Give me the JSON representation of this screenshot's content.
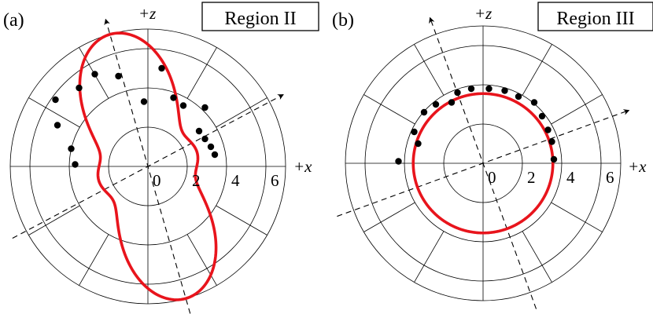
{
  "chart_data": [
    {
      "type": "scatter",
      "projection": "polar",
      "panel_label": "(a)",
      "region_label": "Region II",
      "axis_labels": {
        "up": "+z",
        "right": "+x"
      },
      "radial_ticks": [
        {
          "value": 0,
          "label": "0"
        },
        {
          "value": 2,
          "label": "2"
        },
        {
          "value": 4,
          "label": "4"
        },
        {
          "value": 6,
          "label": "6"
        }
      ],
      "rlim": [
        0,
        7
      ],
      "grid_circles": [
        2,
        4,
        6,
        7
      ],
      "grid_spoke_angles_deg": [
        30,
        60,
        120,
        150,
        210,
        240,
        300,
        330
      ],
      "principal_axes_deg": [
        106,
        28
      ],
      "colors": {
        "fit_curve": "#e8141c",
        "points": "#000000",
        "grid": "#000000"
      },
      "points": [
        {
          "x": -4.7,
          "z": 3.4
        },
        {
          "x": -4.6,
          "z": 2.1
        },
        {
          "x": -3.9,
          "z": 0.9
        },
        {
          "x": -3.7,
          "z": 0.1
        },
        {
          "x": -3.5,
          "z": 4.0
        },
        {
          "x": -2.7,
          "z": 4.7
        },
        {
          "x": -1.5,
          "z": 4.6
        },
        {
          "x": 0.7,
          "z": 5.0
        },
        {
          "x": -0.2,
          "z": 3.3
        },
        {
          "x": 1.3,
          "z": 3.5
        },
        {
          "x": 1.8,
          "z": 3.1
        },
        {
          "x": 2.9,
          "z": 3.0
        },
        {
          "x": 2.6,
          "z": 1.8
        },
        {
          "x": 2.9,
          "z": 1.4
        },
        {
          "x": 3.2,
          "z": 1.0
        },
        {
          "x": 3.4,
          "z": 0.6
        }
      ],
      "fit_curve": {
        "r0": 4.0,
        "a2": 0.55,
        "phase_deg": 106,
        "a4": 0.2
      }
    },
    {
      "type": "scatter",
      "projection": "polar",
      "panel_label": "(b)",
      "region_label": "Region III",
      "axis_labels": {
        "up": "+z",
        "right": "+x"
      },
      "radial_ticks": [
        {
          "value": 0,
          "label": "0"
        },
        {
          "value": 2,
          "label": "2"
        },
        {
          "value": 4,
          "label": "4"
        },
        {
          "value": 6,
          "label": "6"
        }
      ],
      "rlim": [
        0,
        7
      ],
      "grid_circles": [
        2,
        4,
        6,
        7
      ],
      "grid_spoke_angles_deg": [
        30,
        60,
        120,
        150,
        210,
        240,
        300,
        330
      ],
      "principal_axes_deg": [
        110,
        20
      ],
      "colors": {
        "fit_curve": "#e8141c",
        "points": "#000000",
        "grid": "#000000"
      },
      "points": [
        {
          "x": -4.3,
          "z": 0.1
        },
        {
          "x": -3.3,
          "z": 1.0
        },
        {
          "x": -3.5,
          "z": 1.6
        },
        {
          "x": -3.0,
          "z": 2.6
        },
        {
          "x": -2.4,
          "z": 3.0
        },
        {
          "x": -1.6,
          "z": 3.1
        },
        {
          "x": -1.3,
          "z": 3.6
        },
        {
          "x": -0.6,
          "z": 3.8
        },
        {
          "x": 0.3,
          "z": 3.8
        },
        {
          "x": 1.1,
          "z": 3.7
        },
        {
          "x": 1.8,
          "z": 3.4
        },
        {
          "x": 2.6,
          "z": 3.1
        },
        {
          "x": 3.0,
          "z": 2.4
        },
        {
          "x": 3.3,
          "z": 1.7
        },
        {
          "x": 3.5,
          "z": 1.1
        },
        {
          "x": 3.6,
          "z": 0.2
        }
      ],
      "fit_circle_radius": 3.55
    }
  ]
}
